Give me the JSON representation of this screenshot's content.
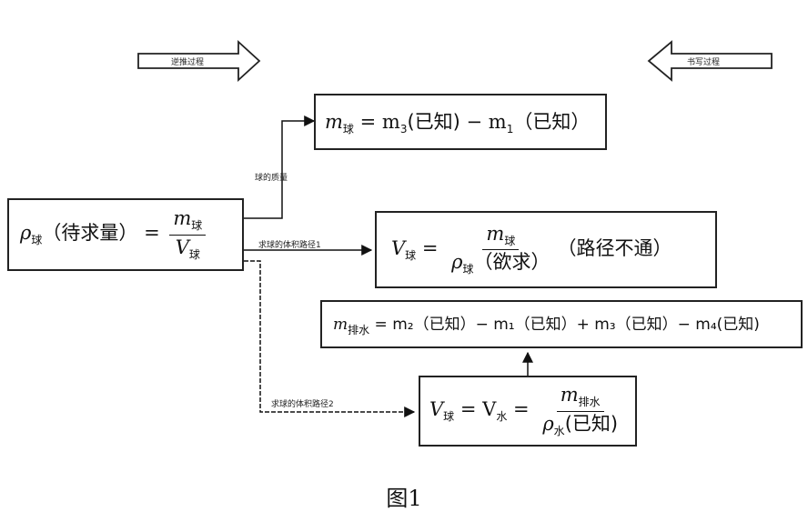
{
  "header": {
    "left_arrow_label": "逆推过程",
    "right_arrow_label": "书写过程"
  },
  "boxes": {
    "m_ball": {
      "lhs_var": "m",
      "lhs_sub": "球",
      "rhs": "= m",
      "rhs_sub3": "3",
      "known1": "(已知)",
      "minus": " − m",
      "rhs_sub1": "1",
      "known2": "（已知）"
    },
    "rho": {
      "var": "ρ",
      "var_sub": "球",
      "paren": "（待求量）",
      "eq": "=",
      "num_var": "m",
      "num_sub": "球",
      "den_var": "V",
      "den_sub": "球"
    },
    "v_path1": {
      "var": "V",
      "var_sub": "球",
      "eq": "=",
      "num_var": "m",
      "num_sub": "球",
      "den_var": "ρ",
      "den_sub": "球",
      "den_note": "（欲求）",
      "note": "（路径不通）"
    },
    "m_water": {
      "var": "m",
      "var_sub": "排水",
      "text": "= m₂（已知）− m₁（已知）+ m₃（已知）− m₄(已知)"
    },
    "v_path2": {
      "var": "V",
      "var_sub": "球",
      "eq1": "= V",
      "eq1_sub": "水",
      "eq2": "=",
      "num_var": "m",
      "num_sub": "排水",
      "den_var": "ρ",
      "den_sub": "水",
      "den_note": "(已知)"
    }
  },
  "connector_labels": {
    "mass": "球的质量",
    "path1": "求球的体积路径1",
    "path2": "求球的体积路径2"
  },
  "caption": "图1"
}
